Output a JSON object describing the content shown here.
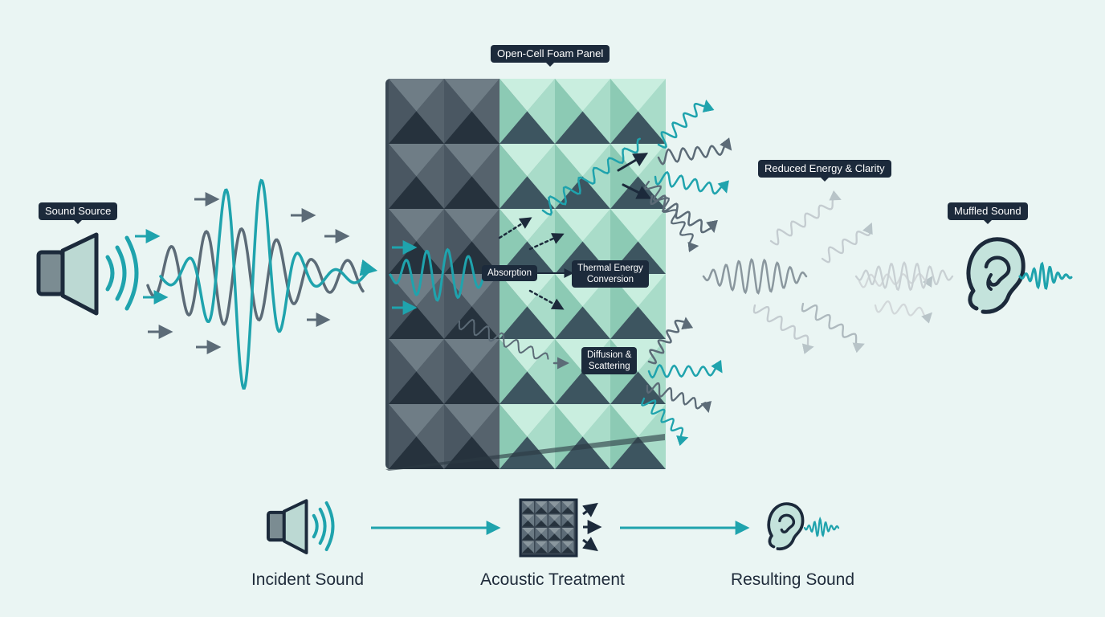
{
  "labels": {
    "sound_source": "Sound Source",
    "foam_panel": "Open-Cell Foam Panel",
    "reduced_energy": "Reduced Energy & Clarity",
    "muffled_sound": "Muffled Sound",
    "absorption": "Absorption",
    "thermal_line1": "Thermal Energy",
    "thermal_line2": "Conversion",
    "diffusion_line1": "Diffusion &",
    "diffusion_line2": "Scattering"
  },
  "flow": {
    "steps": [
      "Incident Sound",
      "Acoustic Treatment",
      "Resulting Sound"
    ]
  },
  "colors": {
    "background": "#eaf5f3",
    "teal": "#1fa3ad",
    "slate": "#5c6b77",
    "navy": "#1c2a3b",
    "foam_dark": "#3e4b57",
    "foam_light": "#a6dcc7"
  },
  "icons": [
    "speaker-icon",
    "ear-icon",
    "foam-grid-icon",
    "arrow-icon",
    "sound-wave-icon"
  ]
}
